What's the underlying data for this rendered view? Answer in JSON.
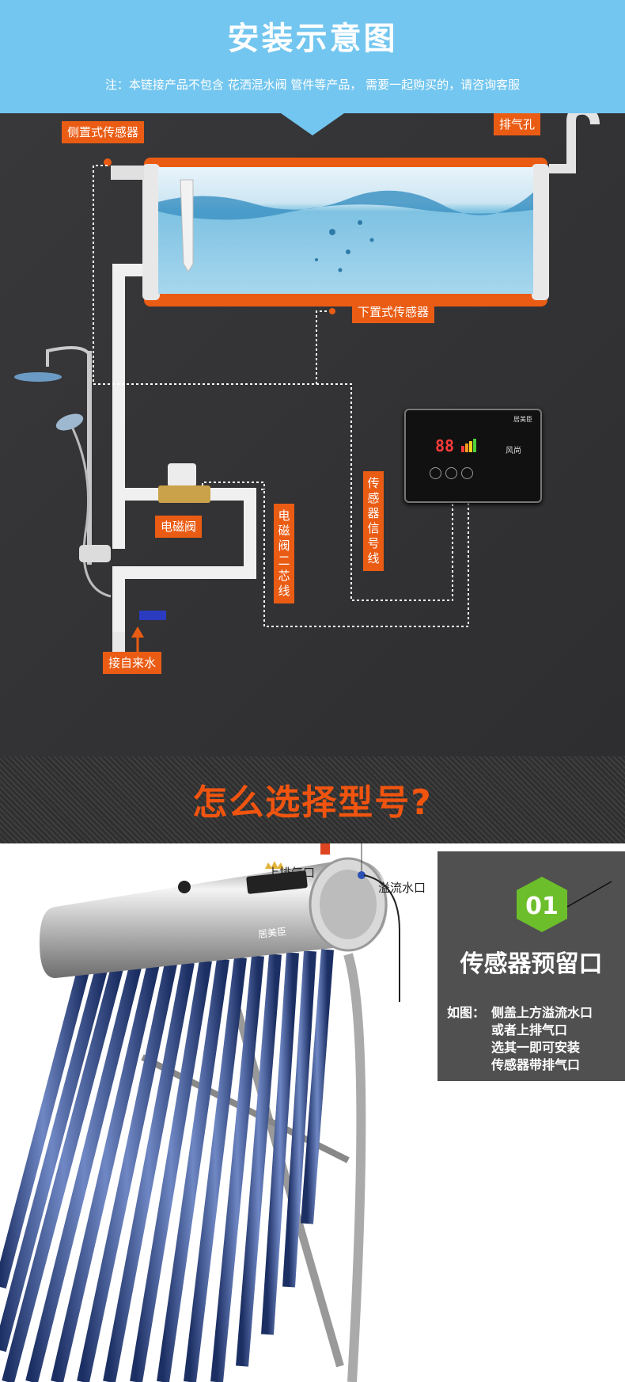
{
  "header": {
    "title": "安装示意图",
    "note": "注：本链接产品不包含 花洒混水阀 管件等产品， 需要一起购买的，请咨询客服"
  },
  "diagram": {
    "labels": {
      "side_sensor": "侧置式传感器",
      "vent": "排气孔",
      "bottom_sensor": "下置式传感器",
      "solenoid_valve": "电磁阀",
      "solenoid_wire": "电磁阀二芯线",
      "sensor_signal_wire": "传感器信号线",
      "tap_water": "接自来水"
    },
    "controller": {
      "brand": "居美臣",
      "display": "88",
      "label": "风尚"
    }
  },
  "section": {
    "title": "怎么选择型号?"
  },
  "product": {
    "labels": {
      "top_vent": "上排气口",
      "overflow": "溢流水口"
    },
    "brand": "居美臣",
    "info": {
      "number": "01",
      "title": "传感器预留口",
      "prefix": "如图：",
      "lines": [
        "侧盖上方溢流水口",
        "或者上排气口",
        "选其一即可安装",
        "传感器带排气口"
      ]
    },
    "colors": {
      "accent": "#ea5c14",
      "badge": "#6cbf2a"
    }
  }
}
